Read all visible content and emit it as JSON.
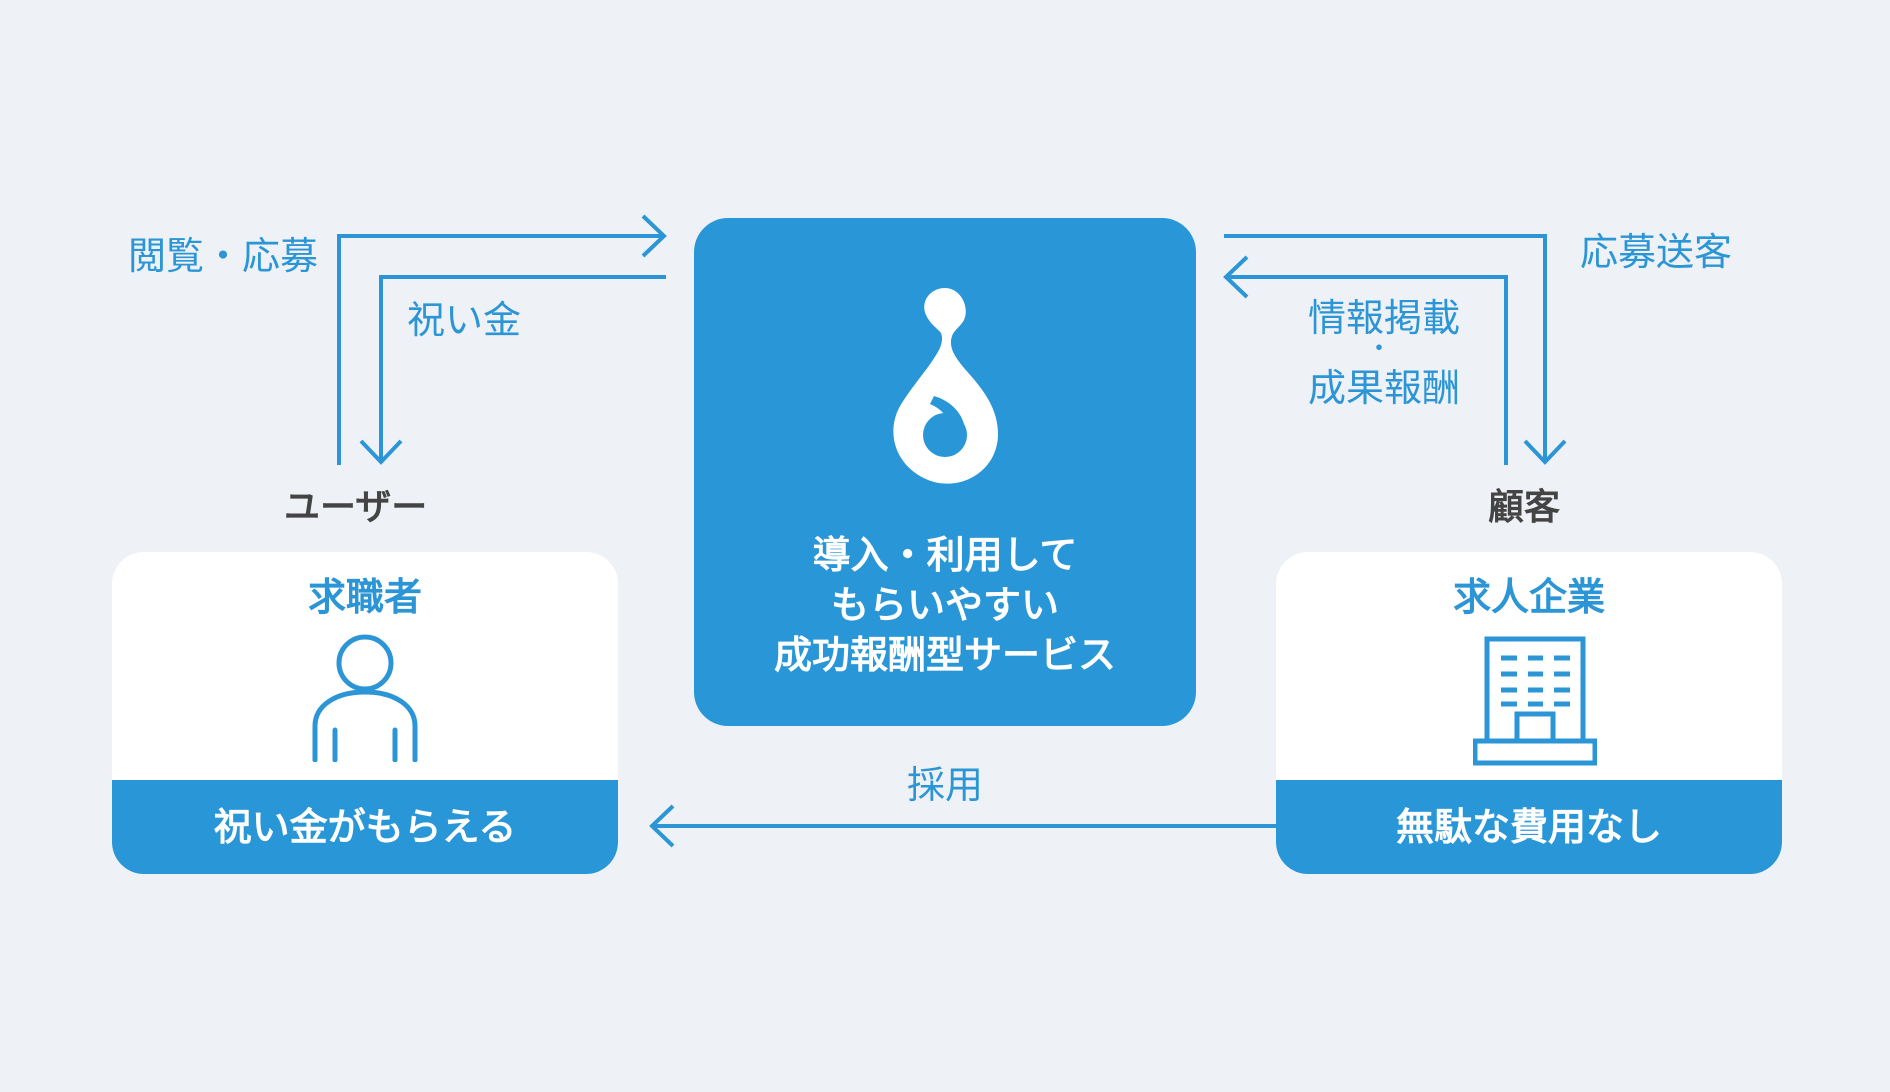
{
  "center": {
    "line1": "導入・利用して",
    "line2": "もらいやすい",
    "line3": "成功報酬型サービス"
  },
  "left": {
    "role": "ユーザー",
    "card_title": "求職者",
    "card_band": "祝い金がもらえる",
    "flow_out": "閲覧・応募",
    "flow_in": "祝い金"
  },
  "right": {
    "role": "顧客",
    "card_title": "求人企業",
    "card_band": "無駄な費用なし",
    "flow_out": "応募送客",
    "flow_in_1": "情報掲載",
    "flow_in_dot": "・",
    "flow_in_2": "成果報酬"
  },
  "bottom": {
    "flow": "採用"
  },
  "colors": {
    "accent": "#2896d7",
    "background": "#eef2f6",
    "card": "#ffffff",
    "role_text": "#444444"
  }
}
